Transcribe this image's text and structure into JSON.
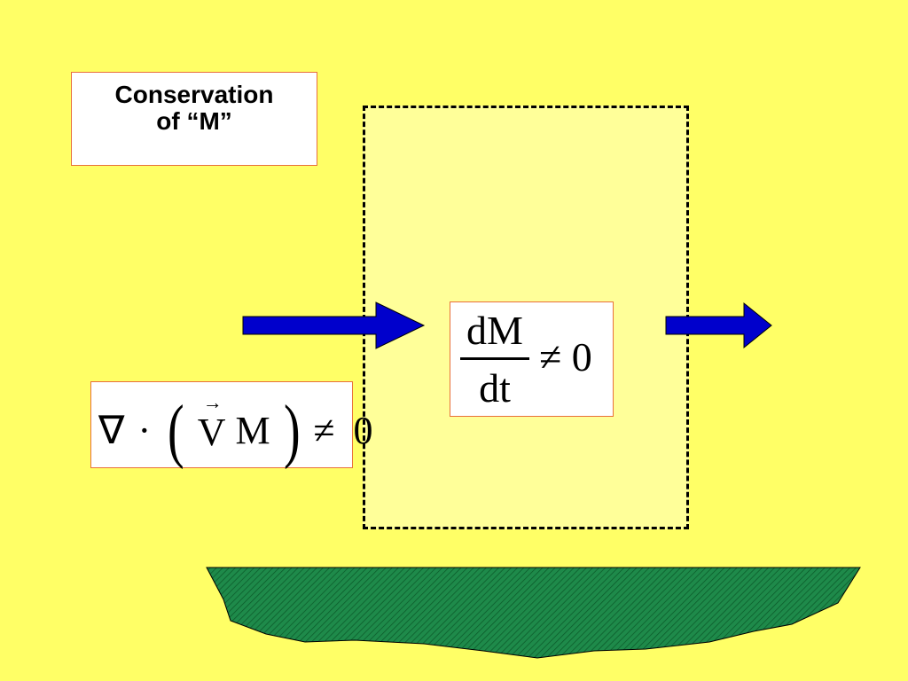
{
  "title": {
    "line1": "Conservation",
    "line2": "of “M”"
  },
  "rate_equation": {
    "numerator": "dM",
    "denominator": "dt",
    "relation": "≠",
    "rhs": "0"
  },
  "flux_equation": {
    "nabla": "∇",
    "dot": "·",
    "open_paren": "(",
    "vector": "V",
    "vector_arrow": "→",
    "quantity": "M",
    "close_paren": ")",
    "relation": "≠",
    "rhs": "0"
  },
  "colors": {
    "background": "#FFFF66",
    "control_volume_fill": "#FFFF99",
    "arrow_fill": "#0000CC",
    "ground_fill": "#1E8A4A",
    "box_border": "#E8703A"
  }
}
